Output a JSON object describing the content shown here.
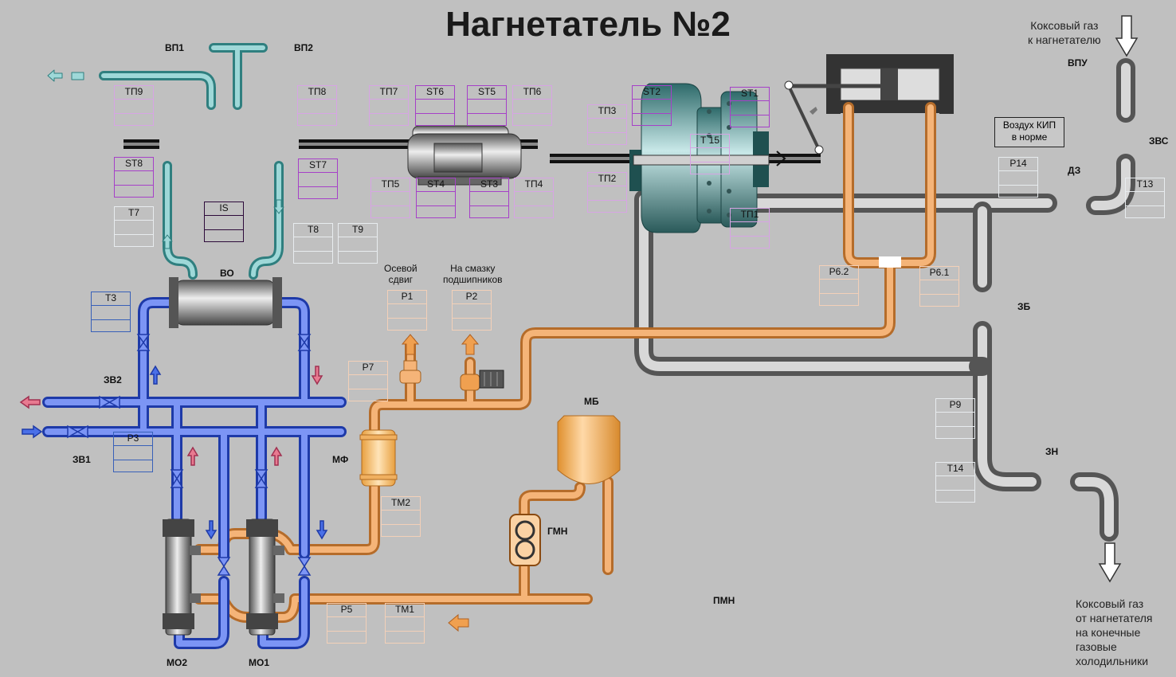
{
  "title": "Нагнетатель №2",
  "labels": {
    "vp1": "ВП1",
    "vp2": "ВП2",
    "vo": "ВО",
    "zv2": "ЗВ2",
    "zv1": "ЗВ1",
    "mf": "МФ",
    "mb": "МБ",
    "gmn": "ГМН",
    "pmn": "ПМН",
    "mo2": "МО2",
    "mo1": "МО1",
    "vpu": "ВПУ",
    "zvs": "ЗВС",
    "dz": "ДЗ",
    "zb": "ЗБ",
    "zn": "ЗН",
    "is": "IS"
  },
  "notes": {
    "axial_shift": "Осевой\nсдвиг",
    "bearing_lube": "На смазку\nподшипников",
    "coke_gas_in": "Коксовый газ\nк нагнетателю",
    "coke_gas_out": "Коксовый газ\nот нагнетателя\nна конечные\nгазовые\nхолодильники",
    "air_kip": "Воздух КИП\nв норме"
  },
  "gauges": {
    "tp9": "ТП9",
    "tp8": "ТП8",
    "tp7": "ТП7",
    "st6": "ST6",
    "st5": "ST5",
    "tp6": "ТП6",
    "st2": "ST2",
    "tp3": "ТП3",
    "st1": "ST1",
    "t15": "Т 15",
    "tp2": "ТП2",
    "tp1": "ТП1",
    "st8": "ST8",
    "st7": "ST7",
    "tp5": "ТП5",
    "st4": "ST4",
    "st3": "ST3",
    "tp4": "ТП4",
    "t7": "T7",
    "t8": "T8",
    "t9": "T9",
    "t3": "T3",
    "p1": "P1",
    "p2": "P2",
    "p7": "P7",
    "p3": "P3",
    "tm2": "TM2",
    "p5": "P5",
    "tm1": "TM1",
    "p6_2": "P6.2",
    "p6_1": "P6.1",
    "p14": "P14",
    "t13": "T13",
    "p9": "P9",
    "t14": "T14"
  },
  "colors": {
    "background": "#c0c0c0",
    "water_pipe": "#3a5ce0",
    "cooling_pipe": "#58b8b8",
    "oil_pipe": "#f5b478",
    "gas_pipe": "#909090",
    "turbine_body": "#4a8a8a"
  }
}
